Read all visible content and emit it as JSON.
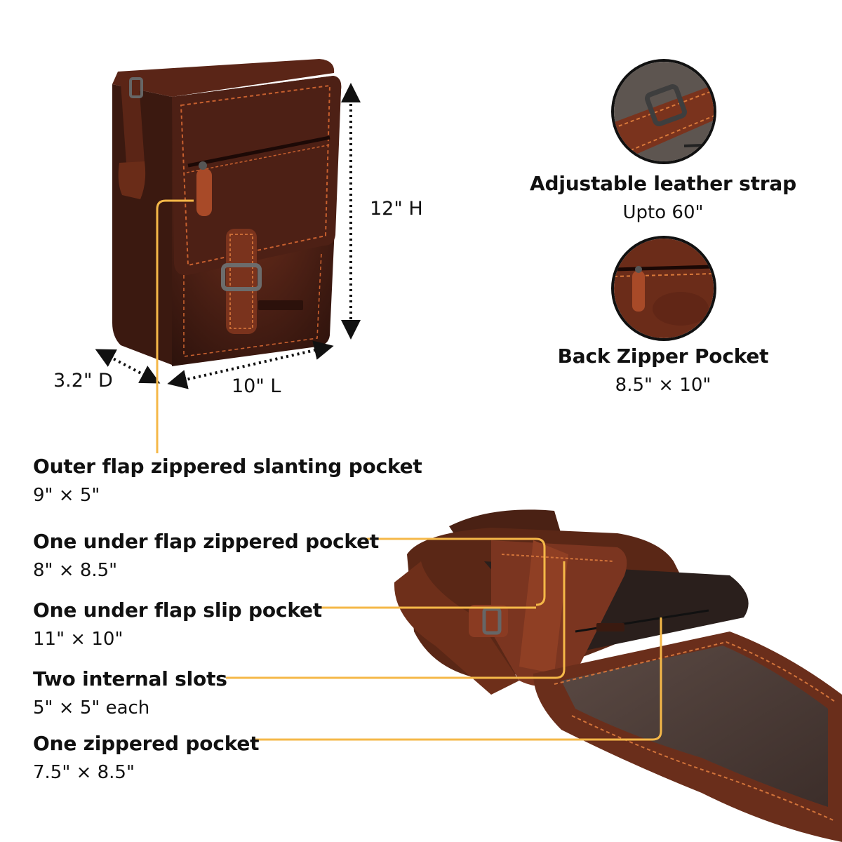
{
  "dimensions": {
    "height": "12\" H",
    "depth": "3.2\" D",
    "length": "10\" L"
  },
  "details": [
    {
      "title": "Adjustable leather strap",
      "size": "Upto 60\""
    },
    {
      "title": "Back Zipper Pocket",
      "size": "8.5\" × 10\""
    }
  ],
  "features": [
    {
      "title": "Outer flap zippered slanting pocket",
      "size": "9\" × 5\""
    },
    {
      "title": "One under flap zippered pocket",
      "size": "8\" × 8.5\""
    },
    {
      "title": "One under flap slip pocket",
      "size": "11\" × 10\""
    },
    {
      "title": "Two internal slots",
      "size": "5\" × 5\" each"
    },
    {
      "title": "One zippered pocket",
      "size": "7.5\" × 8.5\""
    }
  ],
  "colors": {
    "leather_dark": "#3a1a12",
    "leather_mid": "#6b2e1a",
    "leather_light": "#a4482a",
    "stitch": "#d9793a",
    "callout_line": "#f5b848"
  }
}
